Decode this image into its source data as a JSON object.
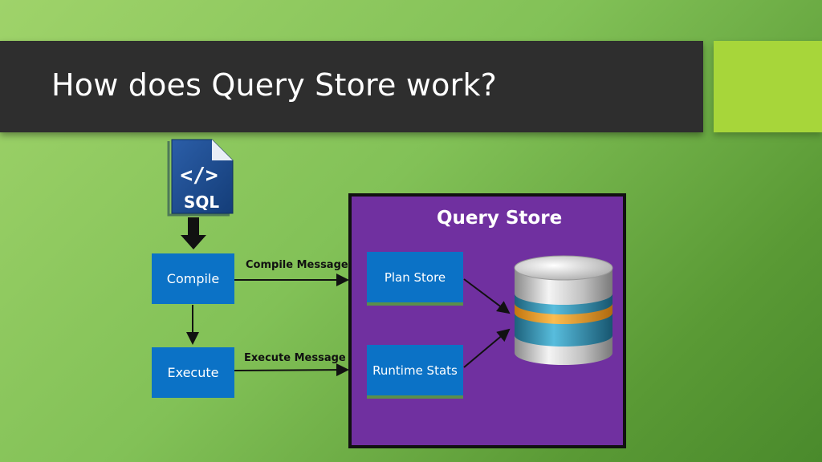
{
  "slide": {
    "title": "How does Query Store work?",
    "colors": {
      "title_bar": "#2e2e2e",
      "accent": "#a7d63a",
      "box_blue": "#0b72c6",
      "query_store_purple": "#7030a0"
    }
  },
  "sql_icon": {
    "code_glyph": "</>",
    "label": "SQL"
  },
  "flow": {
    "compile_label": "Compile",
    "execute_label": "Execute",
    "compile_message": "Compile Message",
    "execute_message": "Execute Message"
  },
  "query_store": {
    "title": "Query Store",
    "plan_store_label": "Plan Store",
    "runtime_stats_label": "Runtime Stats",
    "database_icon": "database-cylinder-icon"
  }
}
